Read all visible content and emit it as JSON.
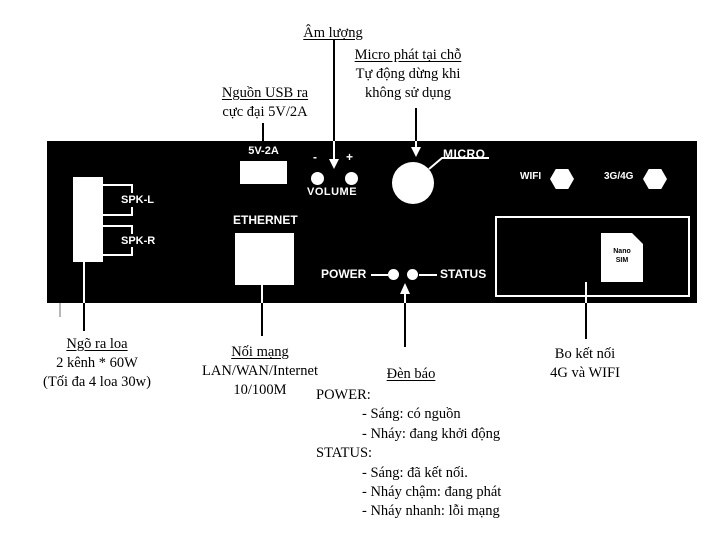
{
  "callouts": {
    "volume": {
      "title": "Âm lượng"
    },
    "micro": {
      "title": "Micro phát tại chỗ",
      "line2": "Tự động dừng khi",
      "line3": "không sử dụng"
    },
    "usb": {
      "title": "Nguồn USB ra",
      "line2": "cực đại 5V/2A"
    },
    "speaker": {
      "title": "Ngõ ra loa",
      "line2": "2 kênh * 60W",
      "line3": "(Tối đa 4 loa 30w)"
    },
    "network": {
      "title": "Nối mạng",
      "line2": "LAN/WAN/Internet",
      "line3": "10/100M"
    },
    "leds": {
      "title": "Đèn báo",
      "lines": [
        "POWER:",
        "- Sáng: có nguồn",
        "- Nháy: đang khởi động",
        "STATUS:",
        "- Sáng: đã kết nối.",
        "- Nháy chậm: đang phát",
        "- Nháy nhanh: lỗi mạng"
      ]
    },
    "module": {
      "title": "Bo kết nối",
      "line2": "4G và WIFI"
    }
  },
  "panel": {
    "usb_port_label": "5V-2A",
    "volume_minus": "-",
    "volume_plus": "+",
    "volume_label": "VOLUME",
    "micro_label": "MICRO",
    "wifi_label": "WIFI",
    "cellular_label": "3G/4G",
    "spk_l_label": "SPK-L",
    "spk_r_label": "SPK-R",
    "ethernet_label": "ETHERNET",
    "power_label": "POWER",
    "status_label": "STATUS",
    "sim_line1": "Nano",
    "sim_line2": "SIM"
  },
  "colors": {
    "panel_bg": "#000000",
    "panel_fg": "#ffffff",
    "callout_text": "#000000",
    "faint_line": "#a0a0a0"
  }
}
